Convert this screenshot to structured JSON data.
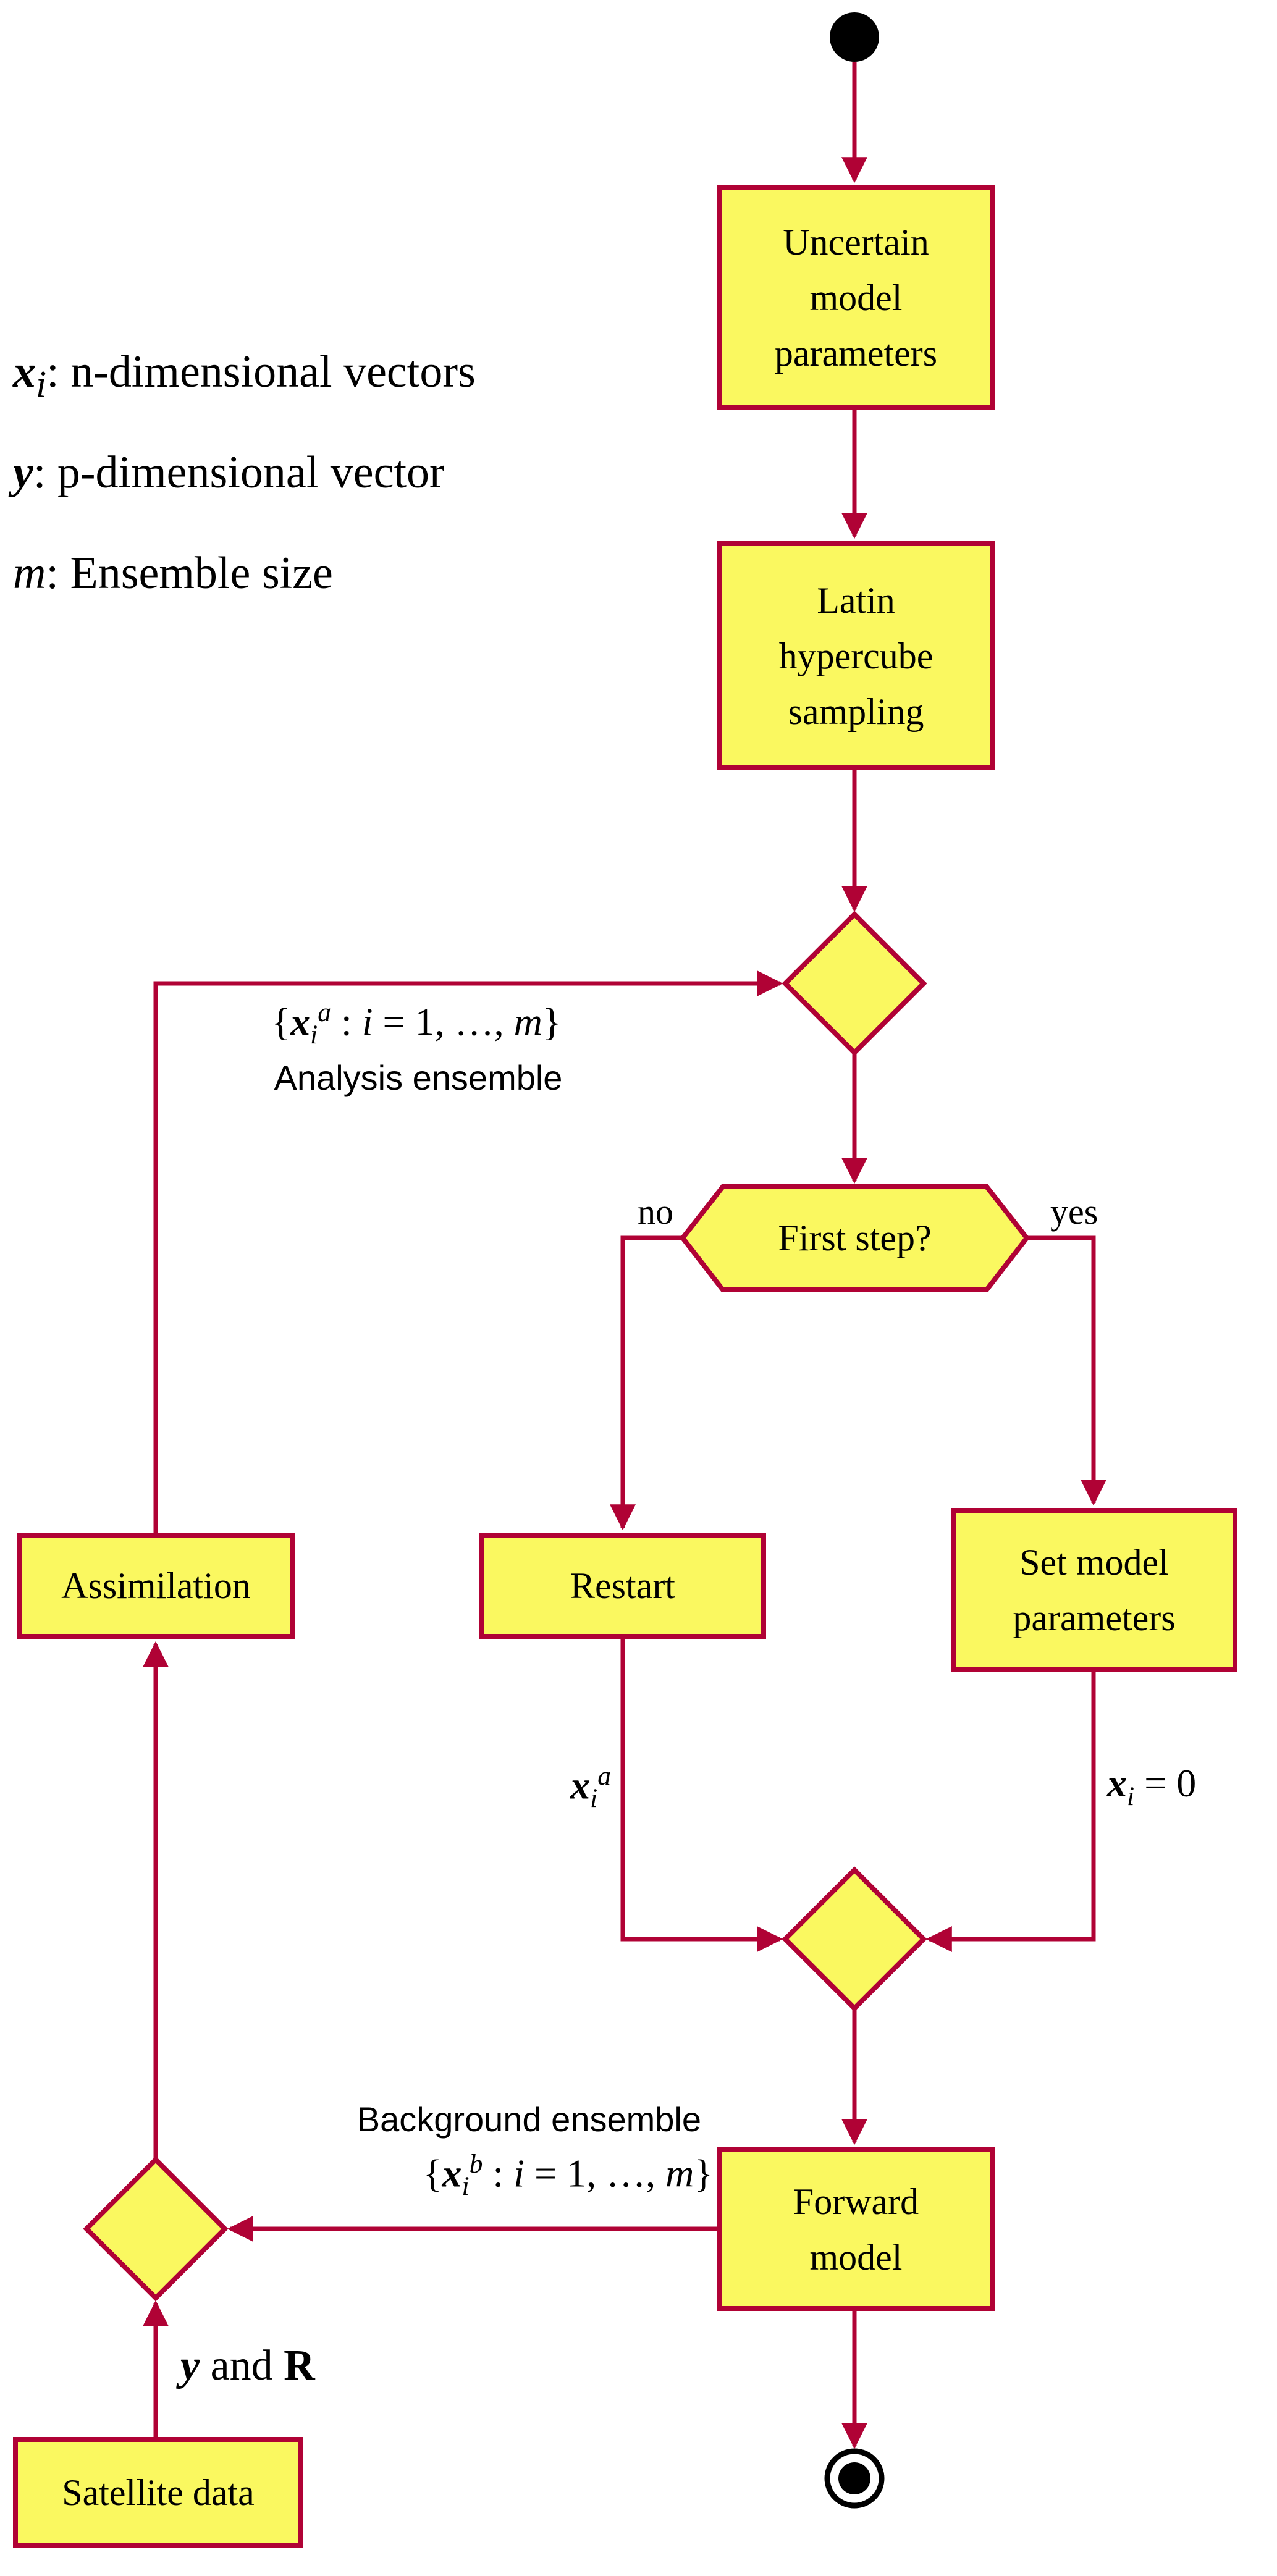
{
  "colors": {
    "fill": "#FAF860",
    "stroke": "#B00235",
    "text": "#000000",
    "bg": "#FFFFFF"
  },
  "legend": {
    "items": [
      {
        "var": "x",
        "sub": "i",
        "rest": ":  n-dimensional vectors"
      },
      {
        "var": "y",
        "sub": "",
        "rest": ":  p-dimensional vector"
      },
      {
        "var": "m",
        "sub": "",
        "rest": ":  Ensemble size"
      }
    ]
  },
  "nodes": {
    "uncertain": "Uncertain\nmodel\nparameters",
    "latin": "Latin\nhypercube\nsampling",
    "first_step": "First step?",
    "restart": "Restart",
    "set_model": "Set model\nparameters",
    "assimilation": "Assimilation",
    "forward": "Forward\nmodel",
    "satellite": "Satellite data"
  },
  "labels": {
    "no": "no",
    "yes": "yes",
    "analysis_math": "{x_i^a : i = 1, …, m}",
    "analysis_text": "Analysis ensemble",
    "background_text": "Background ensemble",
    "background_math": "{x_i^b : i = 1, …, m}",
    "restart_out": "x_i^a",
    "setmodel_out": "x_i = 0",
    "obs": {
      "y": "y",
      "mid": " and ",
      "R": "R"
    }
  }
}
